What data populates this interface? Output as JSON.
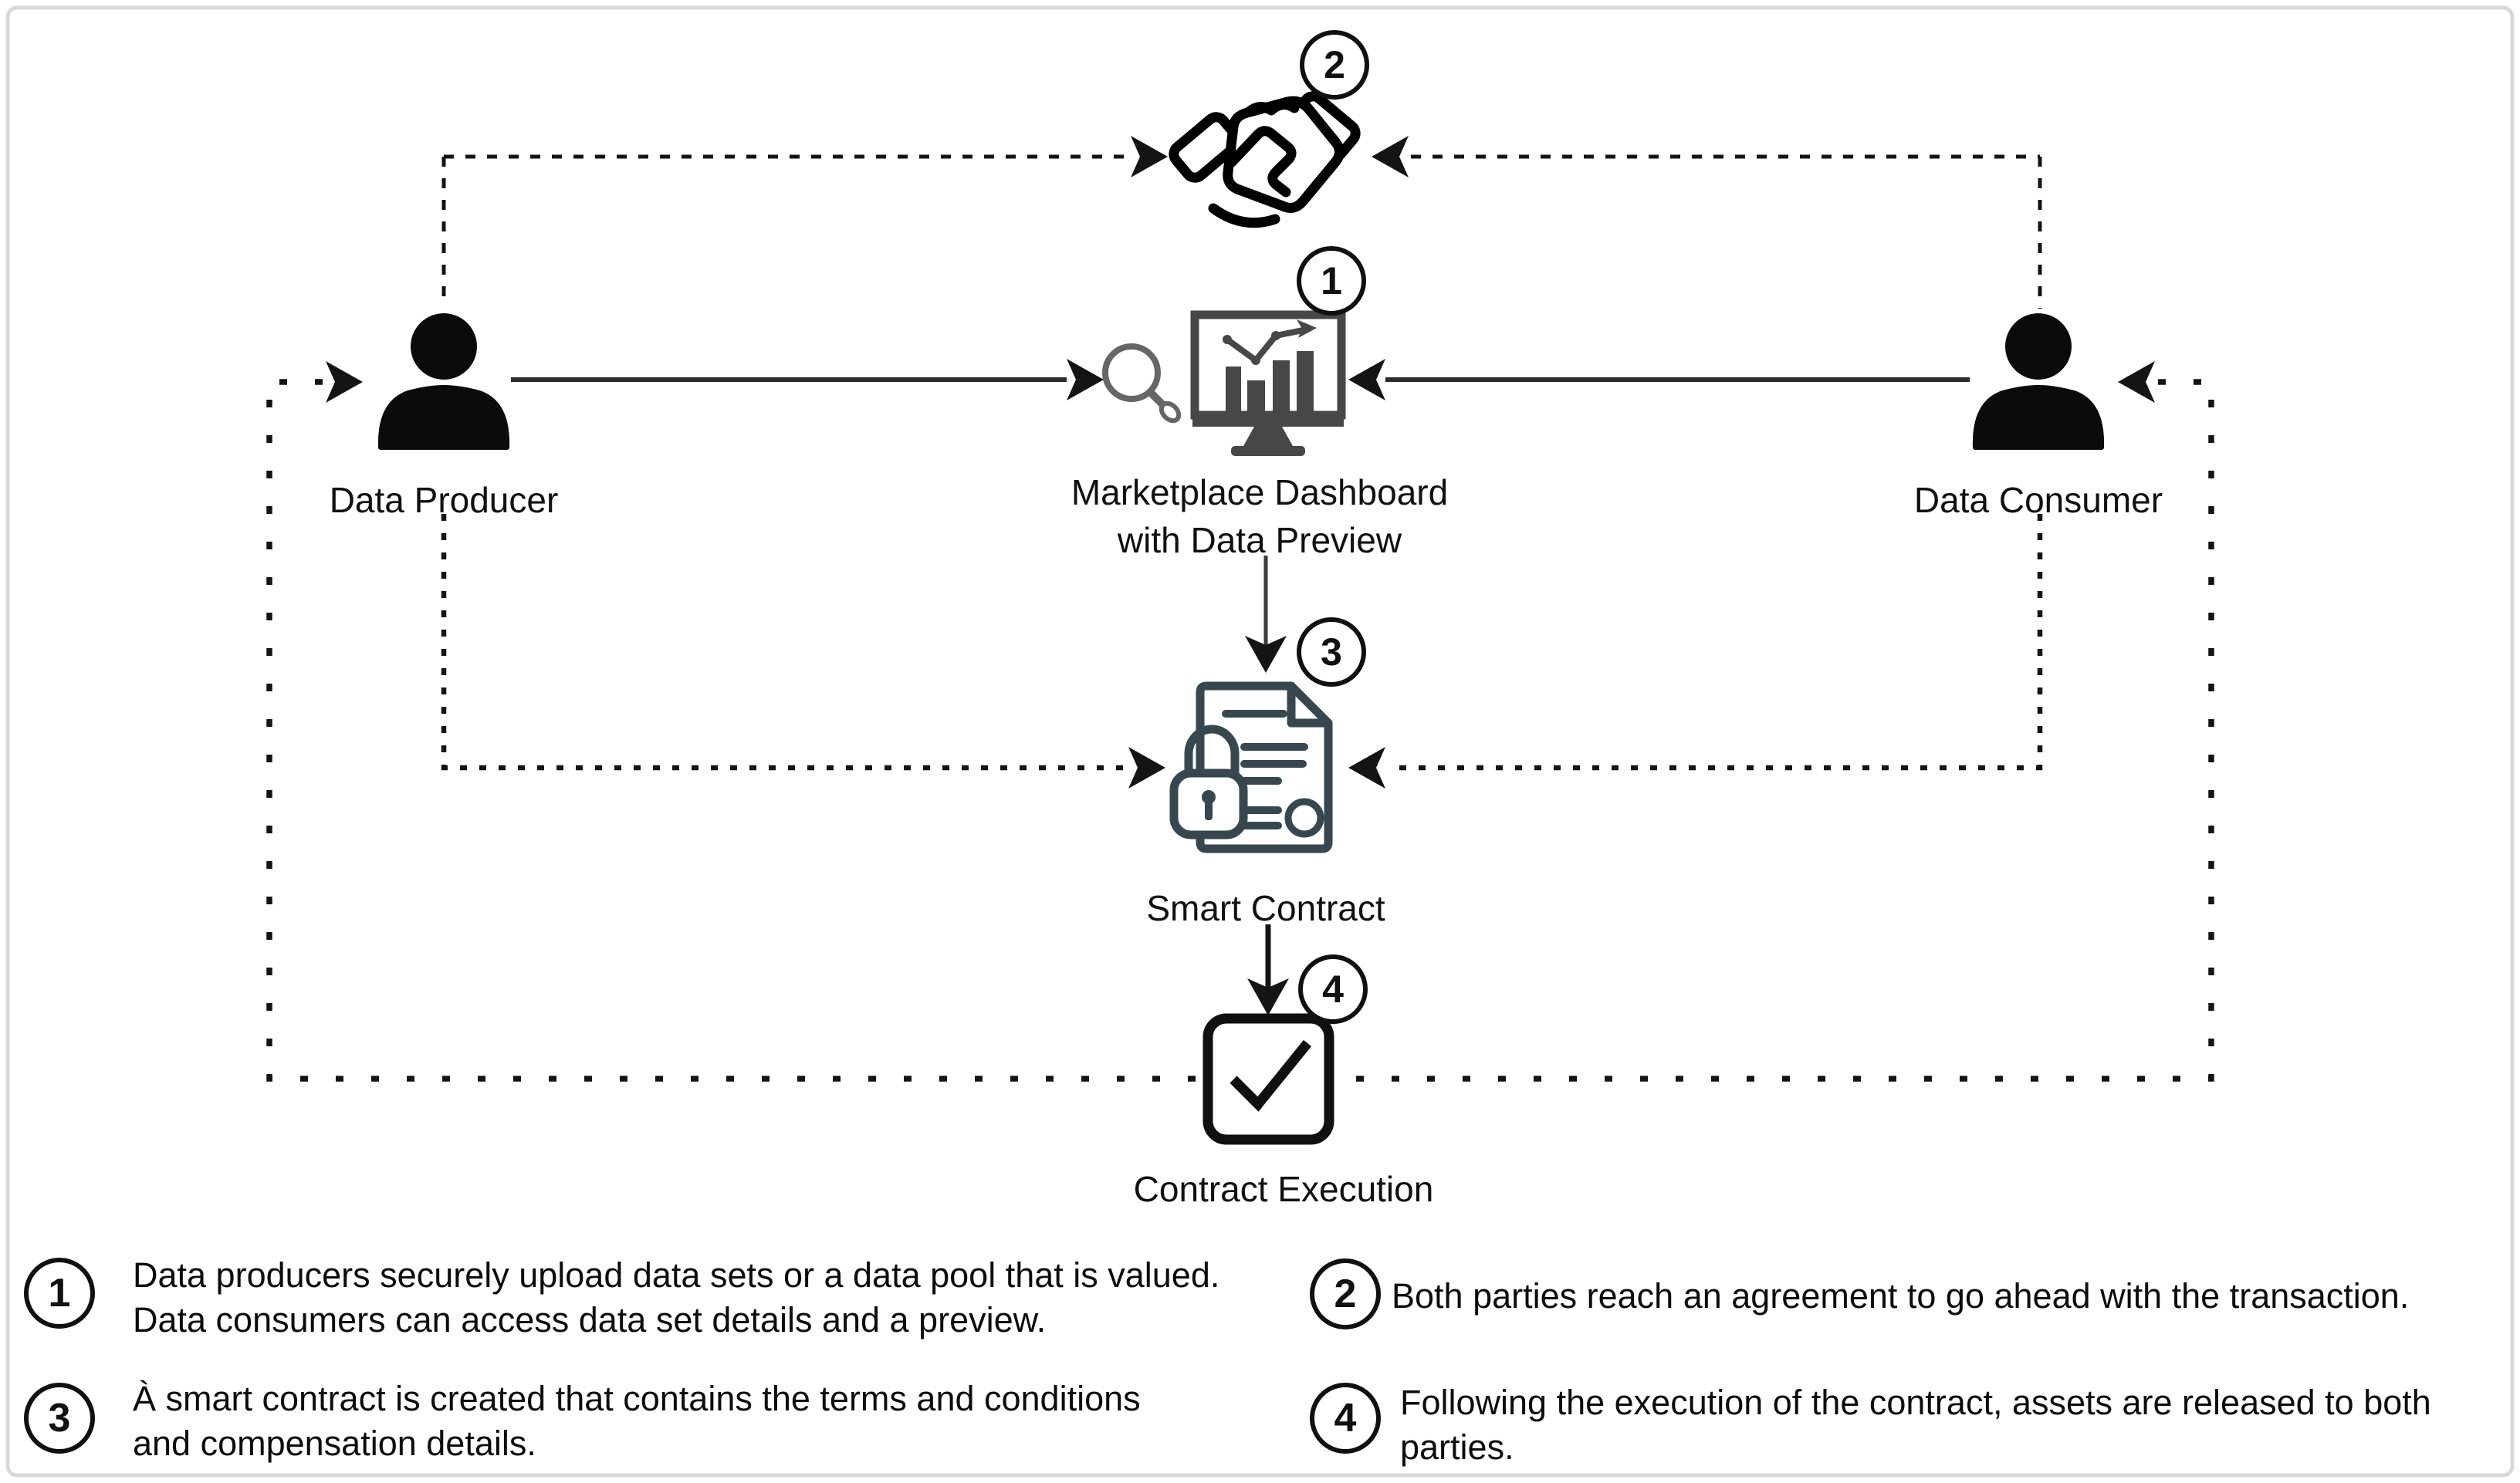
{
  "diagram": {
    "actors": {
      "producer": {
        "label": "Data Producer"
      },
      "consumer": {
        "label": "Data Consumer"
      }
    },
    "nodes": {
      "dashboard": {
        "badge": "1",
        "label_line1": "Marketplace Dashboard",
        "label_line2": "with Data Preview"
      },
      "handshake": {
        "badge": "2"
      },
      "smart_contract": {
        "badge": "3",
        "label": "Smart Contract"
      },
      "contract_execution": {
        "badge": "4",
        "label": "Contract Execution"
      }
    },
    "icons": {
      "handshake": "handshake-icon",
      "dashboard": "monitor-chart-icon",
      "magnifier": "magnifier-icon",
      "smart_contract": "locked-document-icon",
      "contract_execution": "checkbox-icon",
      "producer": "person-icon",
      "consumer": "person-icon"
    }
  },
  "legend": {
    "items": [
      {
        "number": "1",
        "line1": "Data producers securely upload data sets or a data pool that is valued.",
        "line2": "Data consumers can access data set details and a preview."
      },
      {
        "number": "2",
        "line1": "Both parties reach an agreement to go ahead with the transaction.",
        "line2": ""
      },
      {
        "number": "3",
        "line1": "À smart contract is created that contains the terms and conditions",
        "line2": "and compensation details."
      },
      {
        "number": "4",
        "line1": "Following the execution of the contract, assets are released to both",
        "line2": "parties."
      }
    ]
  },
  "colors": {
    "ink": "#141414",
    "slate": "#37474f",
    "monitor_gray": "#474747",
    "magnifier_gray": "#666666",
    "frame_border": "#d8d8d8"
  }
}
